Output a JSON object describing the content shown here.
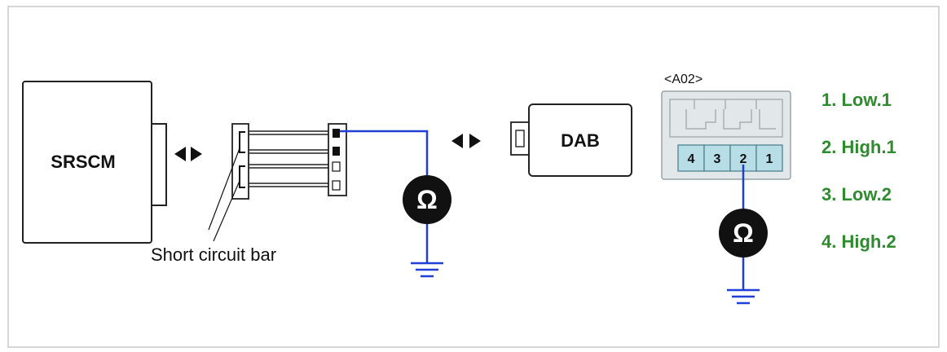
{
  "components": {
    "srscm": "SRSCM",
    "dab": "DAB",
    "short_circuit_bar": "Short circuit bar",
    "connector_id": "<A02>"
  },
  "connector_pins": [
    "4",
    "3",
    "2",
    "1"
  ],
  "meter_symbol": "Ω",
  "pin_legend": [
    "1. Low.1",
    "2. High.1",
    "3. Low.2",
    "4. High.2"
  ],
  "colors": {
    "wire": "#1f3fd6",
    "legend_text": "#2e8b2e",
    "connector_pin_fill": "#b7dde6",
    "connector_body": "#e2e8ea"
  }
}
